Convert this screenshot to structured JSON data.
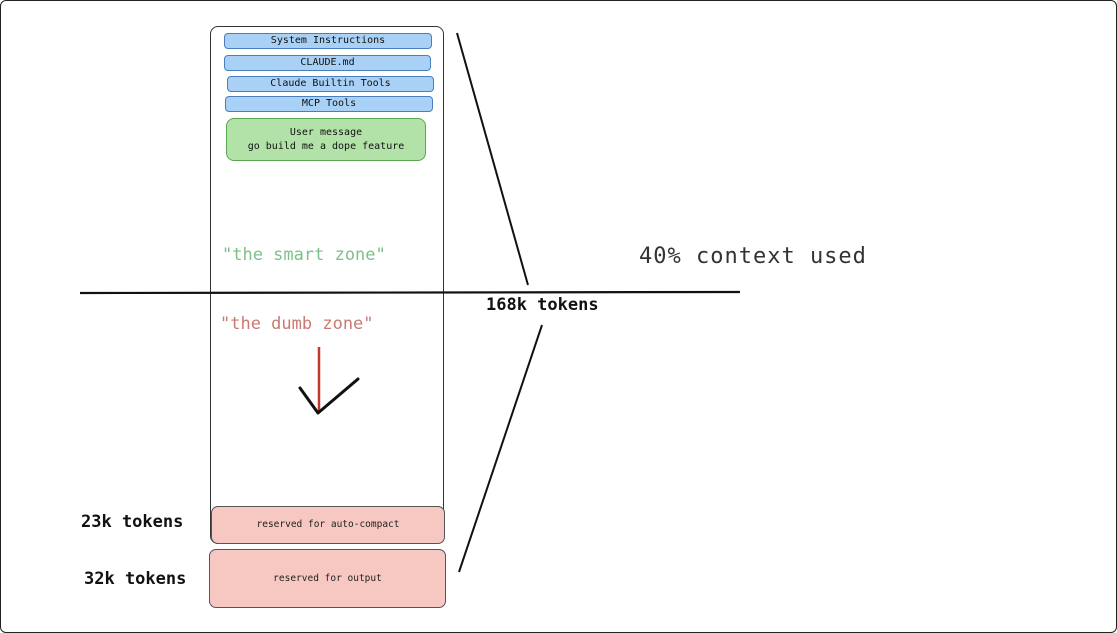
{
  "context_blocks": {
    "system_instructions": "System Instructions",
    "claude_md": "CLAUDE.md",
    "builtin_tools": "Claude Builtin Tools",
    "mcp_tools": "MCP Tools"
  },
  "user_message": {
    "line1": "User message",
    "line2": "go build me a dope feature"
  },
  "zones": {
    "smart": "\"the smart zone\"",
    "dumb": "\"the dumb zone\""
  },
  "reserved": {
    "auto_compact": "reserved for auto-compact",
    "output": "reserved for output"
  },
  "token_labels": {
    "threshold": "168k tokens",
    "auto_compact": "23k tokens",
    "output": "32k tokens"
  },
  "context_used": "40% context used",
  "colors": {
    "blue_fill": "#a9d0f5",
    "green_fill": "#b2e2a8",
    "red_fill": "#f7c7c1",
    "smart_zone_text": "#7fbf8a",
    "dumb_zone_text": "#c97a72",
    "arrow_red": "#c0392b"
  }
}
